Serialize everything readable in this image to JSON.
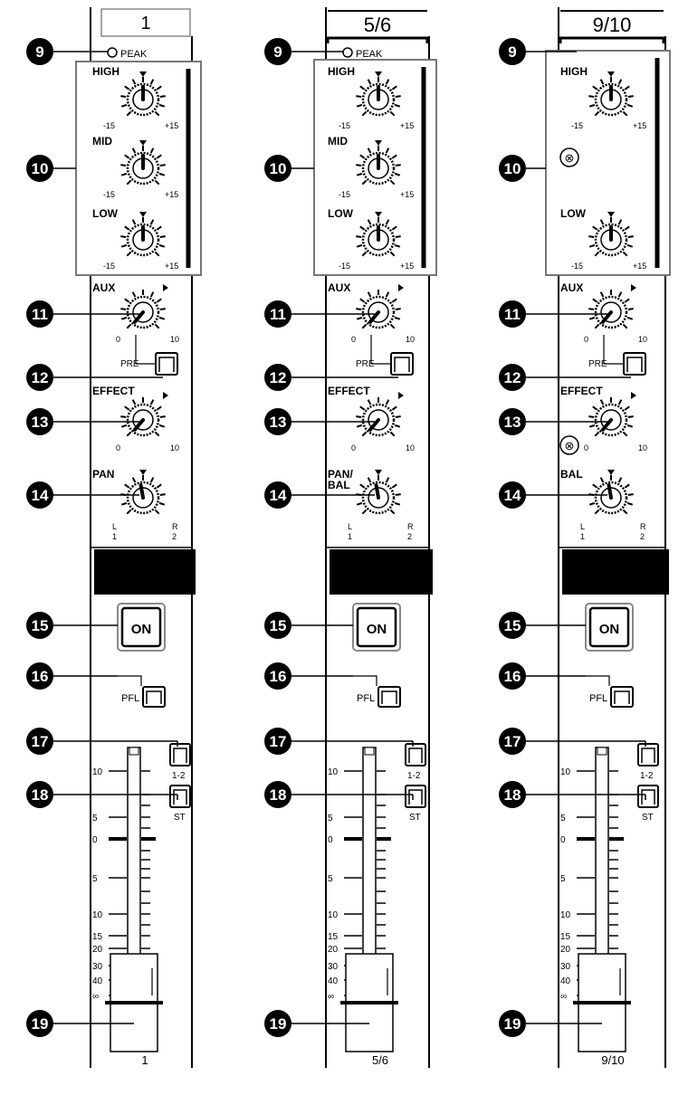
{
  "channels": [
    {
      "header": "1",
      "footer": "1",
      "peak_label": "PEAK",
      "knobs": {
        "high": "HIGH",
        "mid": "MID",
        "low": "LOW",
        "aux": "AUX",
        "effect": "EFFECT",
        "pan": "PAN"
      },
      "pre_label": "PRE",
      "on_label": "ON",
      "pfl_label": "PFL",
      "bus12_label": "1-2",
      "st_label": "ST",
      "pan_ends": {
        "left": "L",
        "left_num": "1",
        "right": "R",
        "right_num": "2"
      }
    },
    {
      "header": "5/6",
      "footer": "5/6",
      "peak_label": "PEAK",
      "knobs": {
        "high": "HIGH",
        "mid": "MID",
        "low": "LOW",
        "aux": "AUX",
        "effect": "EFFECT",
        "pan": "PAN/ BAL"
      },
      "pre_label": "PRE",
      "on_label": "ON",
      "pfl_label": "PFL",
      "bus12_label": "1-2",
      "st_label": "ST",
      "pan_ends": {
        "left": "L",
        "left_num": "1",
        "right": "R",
        "right_num": "2"
      }
    },
    {
      "header": "9/10",
      "footer": "9/10",
      "peak_label": "",
      "knobs": {
        "high": "HIGH",
        "mid": "",
        "low": "LOW",
        "aux": "AUX",
        "effect": "EFFECT",
        "pan": "BAL"
      },
      "pre_label": "PRE",
      "on_label": "ON",
      "pfl_label": "PFL",
      "bus12_label": "1-2",
      "st_label": "ST",
      "pan_ends": {
        "left": "L",
        "left_num": "1",
        "right": "R",
        "right_num": "2"
      }
    }
  ],
  "eq_scale": {
    "min": "-15",
    "max": "+15"
  },
  "send_scale": {
    "min": "0",
    "max": "10"
  },
  "fader_scale": [
    "10",
    "5",
    "0",
    "5",
    "10",
    "15",
    "20",
    "30",
    "40",
    "∞"
  ],
  "callouts": [
    "9",
    "10",
    "11",
    "12",
    "13",
    "14",
    "15",
    "16",
    "17",
    "18",
    "19"
  ]
}
